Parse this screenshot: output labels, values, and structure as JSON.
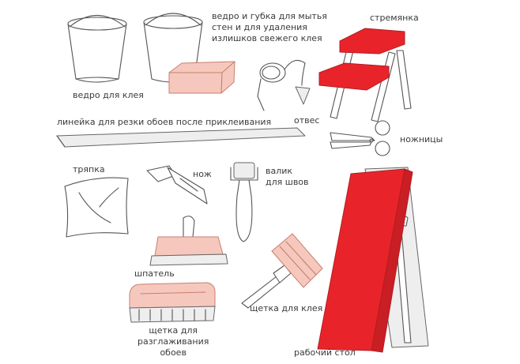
{
  "labels": {
    "bucket": "ведро для клея",
    "bucket_sponge": "ведро и губка для мытья\nстен и для удаления\nизлишков свежего клея",
    "ladder": "стремянка",
    "plumb": "отвес",
    "ruler": "линейка для резки обоев после приклеивания",
    "scissors": "ножницы",
    "rag": "тряпка",
    "knife": "нож",
    "roller": "валик\nдля швов",
    "spatula": "шпатель",
    "glue_brush": "щетка для клея",
    "smoothing_brush": "щетка для\nразглаживания\nобоев",
    "work_table": "рабочий стол"
  },
  "colors": {
    "accent_red": "#e8242a",
    "accent_pink": "#f6c8bd",
    "outline": "#555555"
  }
}
